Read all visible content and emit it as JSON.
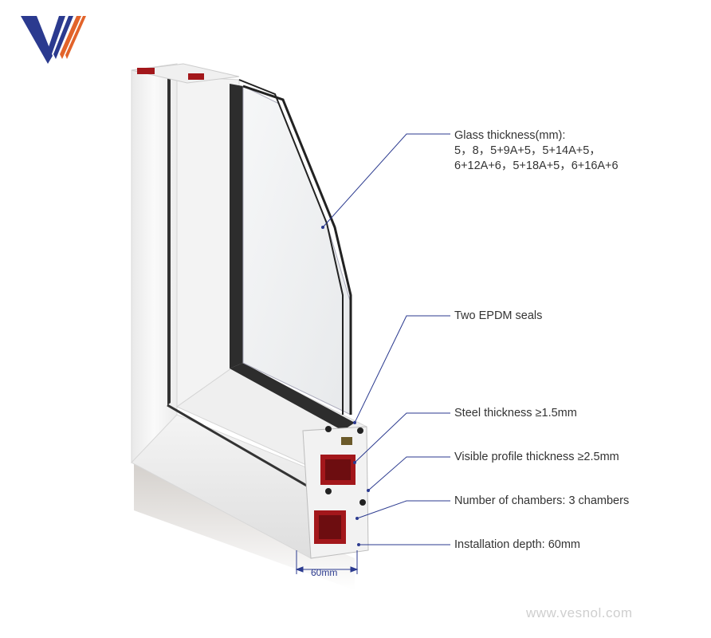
{
  "brand": {
    "logo_icon": "brand-v-logo-icon",
    "colors": {
      "primary": "#2b3a8f",
      "accent": "#e2632a"
    }
  },
  "callouts": {
    "glass": {
      "heading": "Glass thickness(mm):",
      "line1": "5，8，5+9A+5，5+14A+5，",
      "line2": "6+12A+6，5+18A+5，6+16A+6"
    },
    "seals": "Two EPDM seals",
    "steel": "Steel thickness ≥1.5mm",
    "profile": "Visible profile thickness ≥2.5mm",
    "chambers": "Number of chambers: 3 chambers",
    "depth": "Installation depth: 60mm"
  },
  "dimension_label": "60mm",
  "watermark": "www.vesnol.com",
  "colors": {
    "leader_line": "#2b3a8f",
    "steel_insert": "#a3171b",
    "profile": "#f2f2f2"
  }
}
